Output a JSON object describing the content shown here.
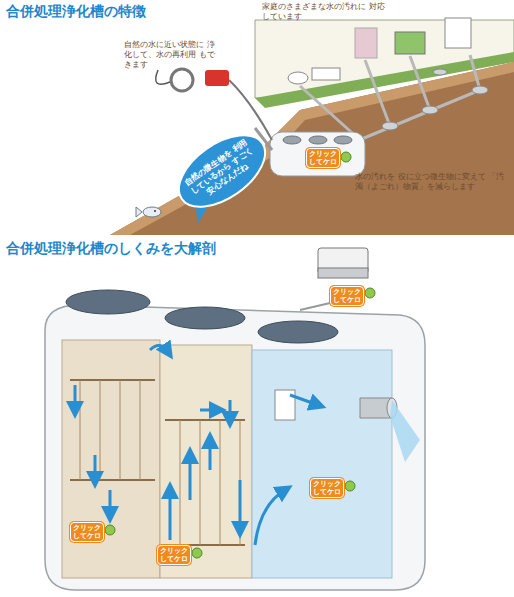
{
  "diagram": {
    "title": "合併処理浄化槽の特徴",
    "nodes": [
      {
        "text": [
          "自然の微生物を 利用しているから すごく安心なんだね"
        ]
      },
      {
        "text": [
          "クリック してケロ"
        ]
      },
      {
        "text": [
          "クリック してケロ"
        ]
      },
      {
        "text": [
          "クリック してケロ"
        ]
      },
      {
        "text": [
          "クリック してケロ"
        ]
      },
      {
        "text": [
          "クリック してケロ"
        ]
      }
    ],
    "labels": [
      "家庭のさまざまな水の汚れに 対応しています",
      "自然の水に近い状態に 浄化して、水の再利用 もできます",
      "水の汚れを 役に立つ微生物に変えて 「汚濁（よごれ）物質」を減らします",
      "合併処理浄化槽のしくみを大解剖"
    ]
  }
}
